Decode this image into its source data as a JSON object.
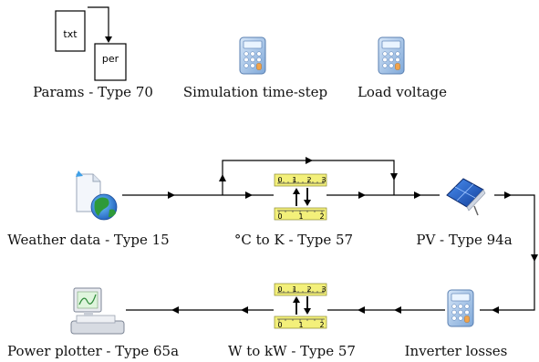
{
  "components": [
    {
      "id": "params",
      "label": "Params - Type 70",
      "icon": "params-file-icon",
      "sub_labels": [
        "txt",
        "per"
      ]
    },
    {
      "id": "timestep",
      "label": "Simulation time-step",
      "icon": "calculator-icon"
    },
    {
      "id": "loadvoltage",
      "label": "Load voltage",
      "icon": "calculator-icon"
    },
    {
      "id": "weather",
      "label": "Weather data - Type 15",
      "icon": "weather-data-icon"
    },
    {
      "id": "c2k",
      "label": "°C to K - Type 57",
      "icon": "unit-converter-icon",
      "ruler_top": [
        "0",
        "1",
        "2",
        "3"
      ],
      "ruler_bottom": [
        "0",
        "1",
        "2"
      ]
    },
    {
      "id": "pv",
      "label": "PV - Type 94a",
      "icon": "solar-panel-icon"
    },
    {
      "id": "plotter",
      "label": "Power plotter - Type 65a",
      "icon": "plotter-icon"
    },
    {
      "id": "w2kw",
      "label": "W to kW - Type 57",
      "icon": "unit-converter-icon",
      "ruler_top": [
        "0",
        "1",
        "2",
        "3"
      ],
      "ruler_bottom": [
        "0",
        "1",
        "2"
      ]
    },
    {
      "id": "inverter",
      "label": "Inverter losses",
      "icon": "calculator-icon"
    }
  ],
  "links": [
    {
      "from": "weather",
      "to": "c2k"
    },
    {
      "from": "weather",
      "to": "pv"
    },
    {
      "from": "c2k",
      "to": "pv"
    },
    {
      "from": "pv",
      "to": "inverter"
    },
    {
      "from": "inverter",
      "to": "w2kw"
    },
    {
      "from": "w2kw",
      "to": "plotter"
    }
  ],
  "colors": {
    "line": "#000000",
    "ruler_fill": "#f3f07a",
    "calc_body": "#a8c8ea",
    "panel_blue": "#1f5fc8",
    "globe_green": "#2e9a3a",
    "globe_blue": "#2a6fd0"
  }
}
